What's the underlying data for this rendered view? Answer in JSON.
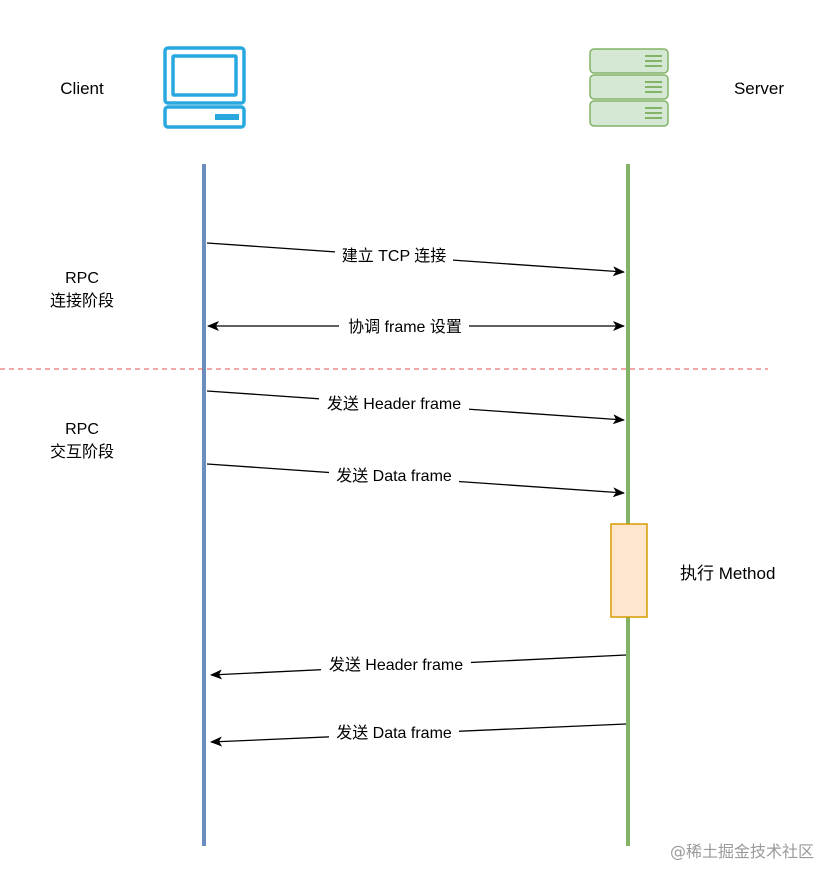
{
  "actors": {
    "client": "Client",
    "server": "Server"
  },
  "phases": {
    "connect_line1": "RPC",
    "connect_line2": "连接阶段",
    "interact_line1": "RPC",
    "interact_line2": "交互阶段"
  },
  "messages": [
    {
      "label": "建立 TCP 连接",
      "direction": "client-to-server"
    },
    {
      "label": "协调 frame 设置",
      "direction": "bidirectional"
    },
    {
      "label": "发送 Header frame",
      "direction": "client-to-server"
    },
    {
      "label": "发送 Data frame",
      "direction": "client-to-server"
    },
    {
      "label": "发送 Header frame",
      "direction": "server-to-client"
    },
    {
      "label": "发送 Data frame",
      "direction": "server-to-client"
    }
  ],
  "activation": {
    "label": "执行 Method"
  },
  "watermark": "@稀土掘金技术社区",
  "colors": {
    "client_lifeline": "#6c8ebf",
    "server_lifeline": "#82b366",
    "client_icon": "#29a8e0",
    "server_icon": "#82b366",
    "server_icon_fill": "#d5e8d4",
    "phase_divider": "#e05050",
    "activation_fill": "#ffe6cc",
    "activation_stroke": "#d79b00",
    "arrow": "#000000"
  },
  "icons": {
    "client": "computer-monitor-icon",
    "server": "server-rack-icon"
  }
}
